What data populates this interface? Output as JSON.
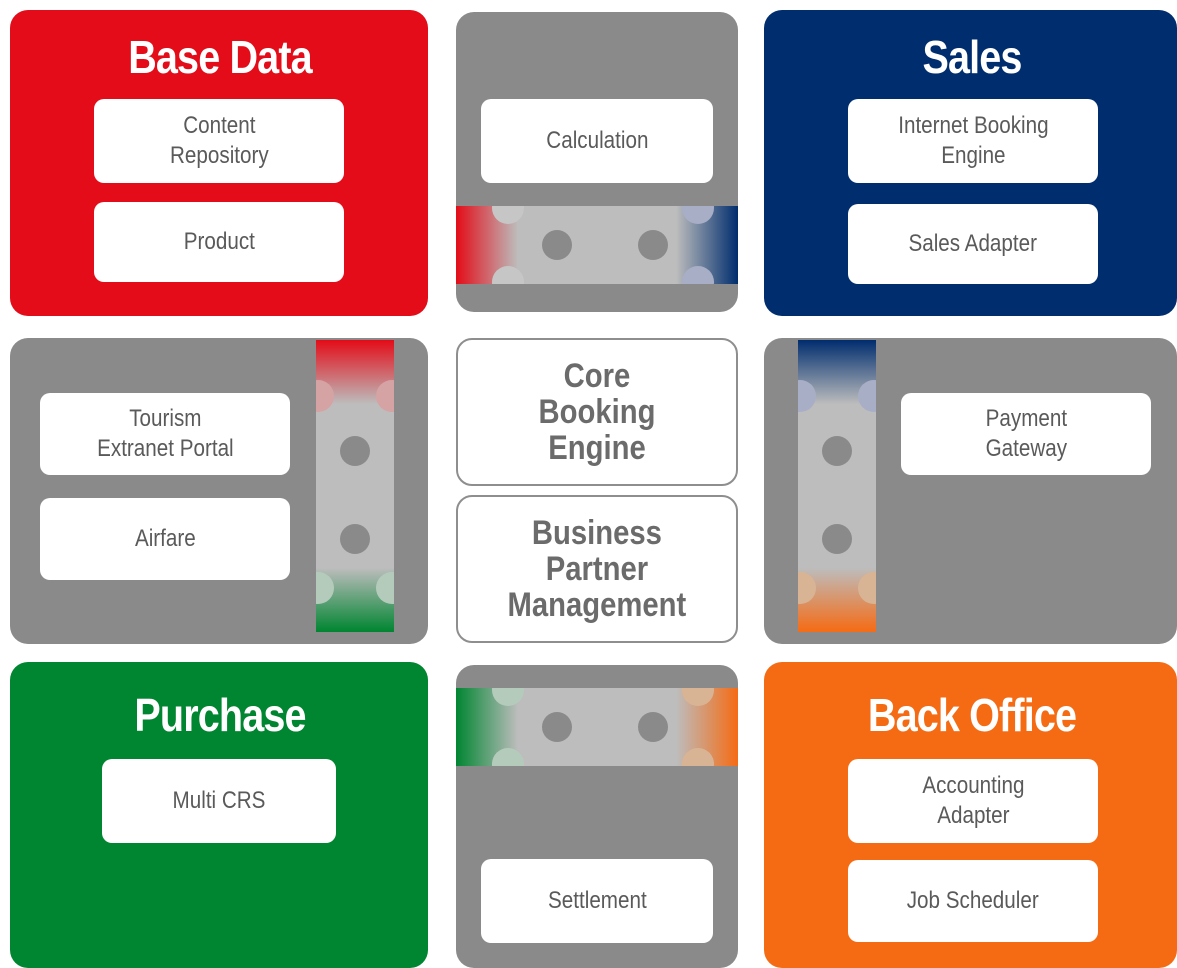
{
  "colors": {
    "base_data": "#e30c18",
    "sales": "#002d6e",
    "purchase": "#008531",
    "back_office": "#f56b14",
    "panel_grey": "#8a8a8a",
    "puzzle_grey": "#bdbdbd",
    "text_grey": "#5a5a5a"
  },
  "base_data": {
    "title": "Base Data",
    "modules": [
      "Content\nRepository",
      "Product"
    ]
  },
  "sales": {
    "title": "Sales",
    "modules": [
      "Internet Booking\nEngine",
      "Sales Adapter"
    ]
  },
  "purchase": {
    "title": "Purchase",
    "modules": [
      "Multi CRS"
    ]
  },
  "back_office": {
    "title": "Back Office",
    "modules": [
      "Accounting\nAdapter",
      "Job Scheduler"
    ]
  },
  "top_center": {
    "modules": [
      "Calculation"
    ]
  },
  "bottom_center": {
    "modules": [
      "Settlement"
    ]
  },
  "left_middle": {
    "modules": [
      "Tourism\nExtranet Portal",
      "Airfare"
    ]
  },
  "right_middle": {
    "modules": [
      "Payment\nGateway"
    ]
  },
  "core": {
    "booking_engine": "Core\nBooking\nEngine",
    "partner_management": "Business\nPartner\nManagement"
  }
}
